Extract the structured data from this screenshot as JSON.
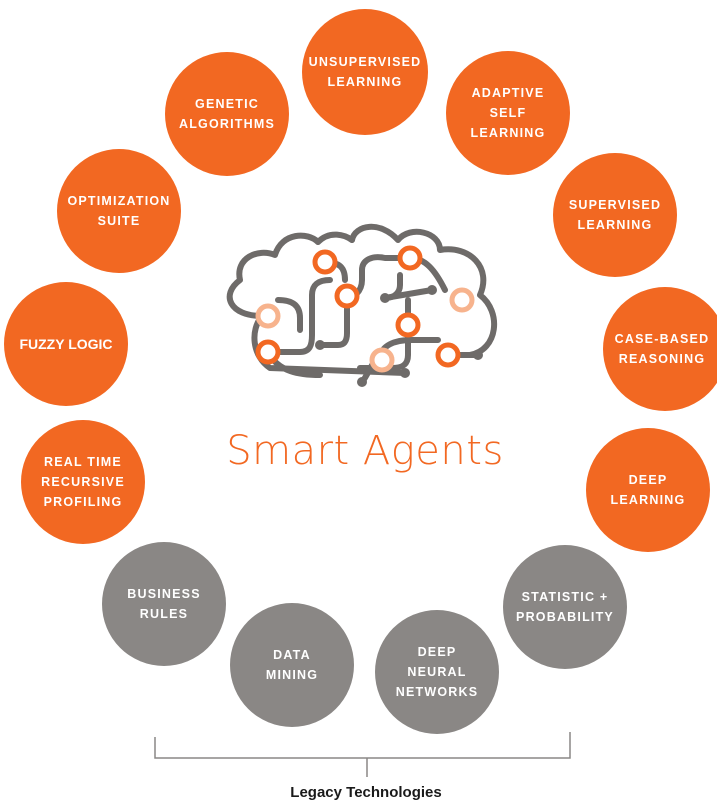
{
  "title": "Smart Agents",
  "legacy_label": "Legacy Technologies",
  "colors": {
    "accent": "#F26822",
    "legacy": "#8A8785",
    "light": "#F7B38D",
    "circuit": "#6E6B69"
  },
  "icon": "brain-cloud-circuit-icon",
  "technologies": [
    {
      "label": "UNSUPERVISED\nLEARNING",
      "group": "smart"
    },
    {
      "label": "ADAPTIVE\nSELF\nLEARNING",
      "group": "smart"
    },
    {
      "label": "SUPERVISED\nLEARNING",
      "group": "smart"
    },
    {
      "label": "CASE-BASED\nREASONING",
      "group": "smart"
    },
    {
      "label": "DEEP\nLEARNING",
      "group": "smart"
    },
    {
      "label": "STATISTIC +\nPROBABILITY",
      "group": "legacy"
    },
    {
      "label": "DEEP\nNEURAL\nNETWORKS",
      "group": "legacy"
    },
    {
      "label": "DATA\nMINING",
      "group": "legacy"
    },
    {
      "label": "BUSINESS\nRULES",
      "group": "legacy"
    },
    {
      "label": "REAL TIME\nRECURSIVE\nPROFILING",
      "group": "smart"
    },
    {
      "label": "FUZZY LOGIC",
      "group": "smart"
    },
    {
      "label": "OPTIMIZATION\nSUITE",
      "group": "smart"
    },
    {
      "label": "GENETIC\nALGORITHMS",
      "group": "smart"
    }
  ]
}
